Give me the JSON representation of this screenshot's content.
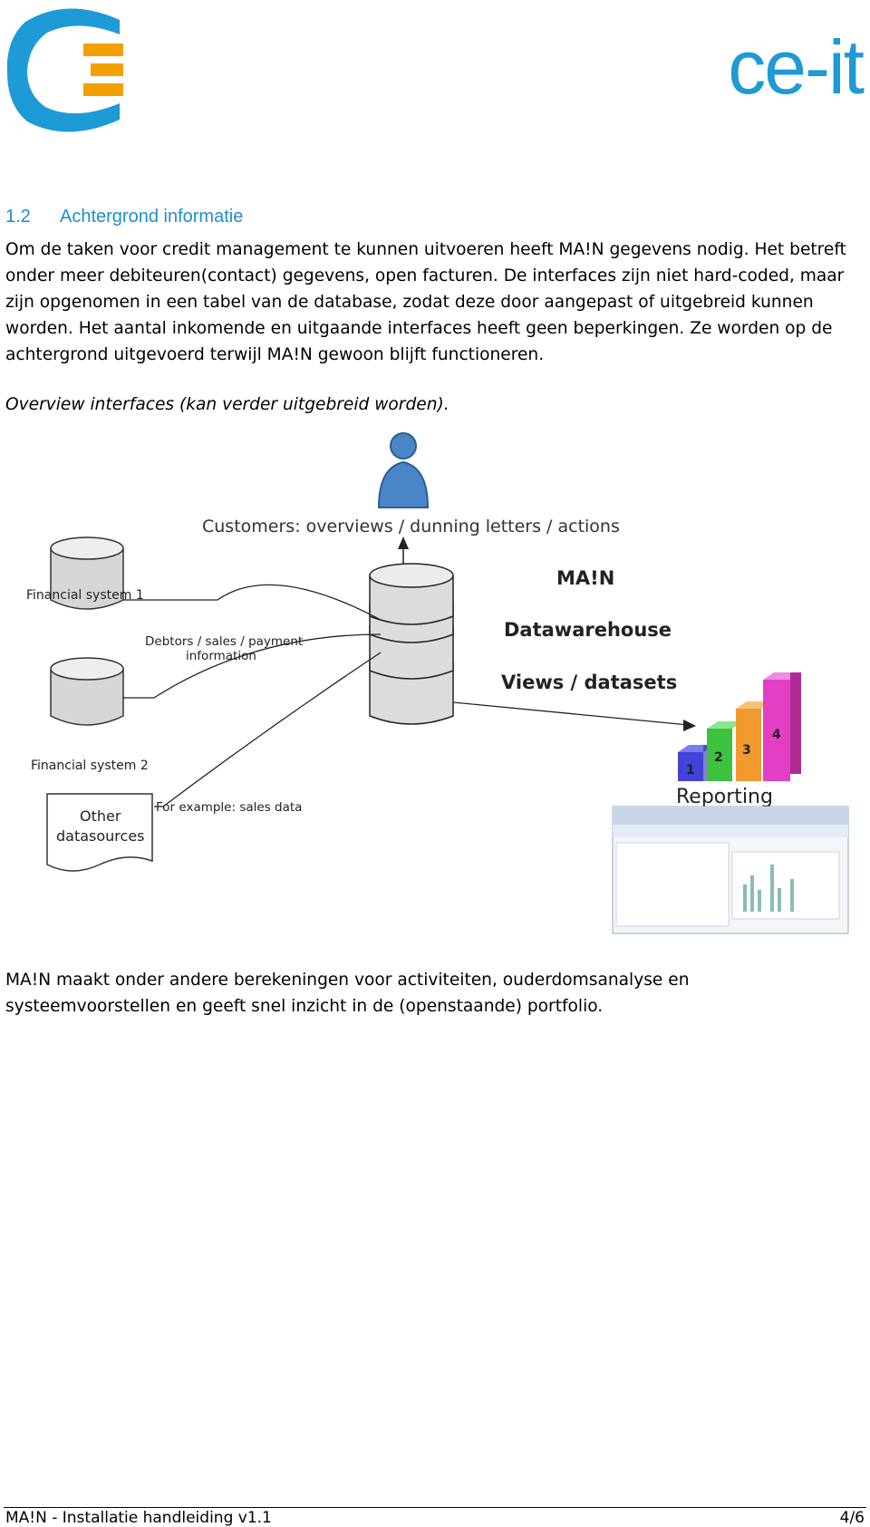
{
  "header": {
    "brand_right": "ce-it"
  },
  "section": {
    "number": "1.2",
    "title": "Achtergrond informatie",
    "paragraph1": "Om de taken voor credit management te kunnen uitvoeren heeft MA!N gegevens nodig. Het betreft onder meer debiteuren(contact) gegevens, open facturen. De interfaces zijn niet hard-coded, maar zijn opgenomen in een tabel van de database, zodat deze door aangepast of uitgebreid kunnen worden. Het aantal inkomende en uitgaande interfaces heeft geen beperkingen. Ze worden op de achtergrond uitgevoerd terwijl MA!N gewoon blijft functioneren.",
    "caption": "Overview interfaces (kan verder uitgebreid worden).",
    "paragraph2": "MA!N maakt onder andere berekeningen voor activiteiten, ouderdomsanalyse en systeemvoorstellen en geeft snel inzicht in de (openstaande) portfolio."
  },
  "diagram": {
    "customers": "Customers: overviews / dunning letters / actions",
    "main": "MA!N",
    "datawarehouse": "Datawarehouse",
    "views": "Views / datasets",
    "financial1": "Financial system 1",
    "financial2": "Financial system 2",
    "debtors_line1": "Debtors / sales / payment",
    "debtors_line2": "information",
    "other_line1": "Other",
    "other_line2": "datasources",
    "example": "For example: sales data",
    "reporting": "Reporting",
    "bars": [
      "1",
      "2",
      "3",
      "4"
    ]
  },
  "footer": {
    "left": "MA!N - Installatie handleiding v1.1",
    "right": "4/6"
  }
}
